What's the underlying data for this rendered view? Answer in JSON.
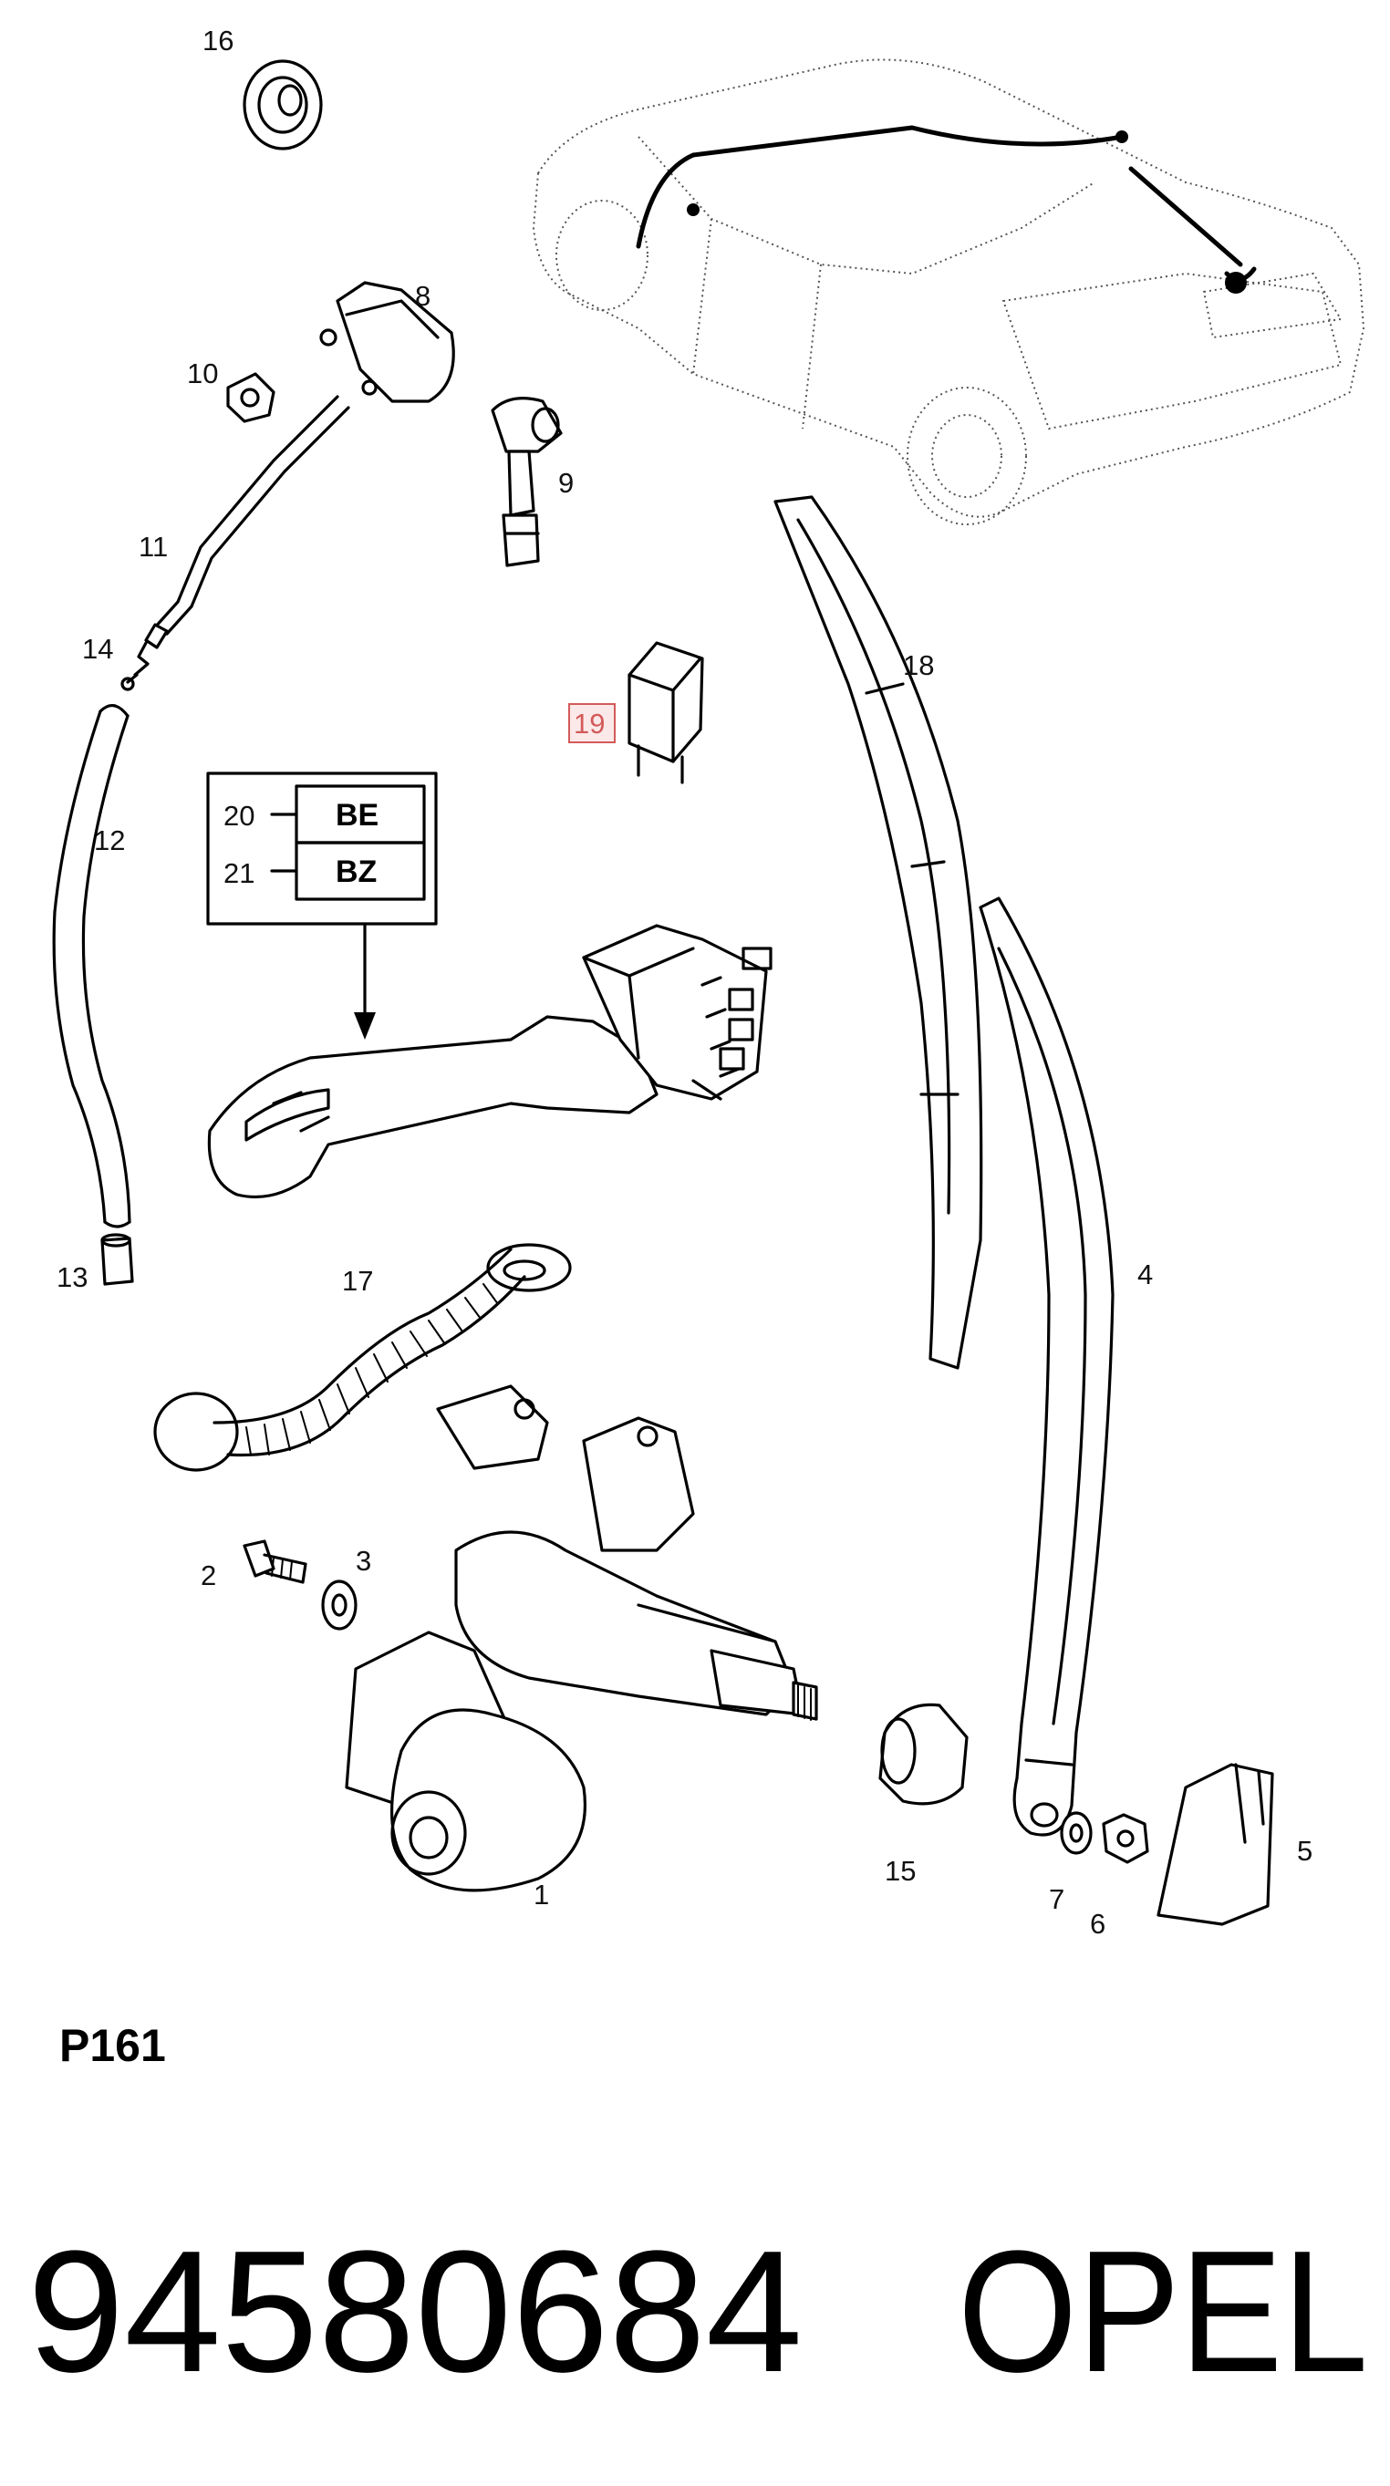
{
  "callouts": {
    "c1": "1",
    "c2": "2",
    "c3": "3",
    "c4": "4",
    "c5": "5",
    "c6": "6",
    "c7": "7",
    "c8": "8",
    "c9": "9",
    "c10": "10",
    "c11": "11",
    "c12": "12",
    "c13": "13",
    "c14": "14",
    "c15": "15",
    "c16": "16",
    "c17": "17",
    "c18": "18",
    "c19": "19",
    "c20": "20",
    "c21": "21"
  },
  "switch_codes": {
    "be": "BE",
    "bz": "BZ"
  },
  "figure_id": "P161",
  "part_number": "94580684",
  "brand": "OPEL",
  "colors": {
    "line": "#000000",
    "highlight_box": "#d35a5a",
    "highlight_fill": "#fbe9e9"
  }
}
